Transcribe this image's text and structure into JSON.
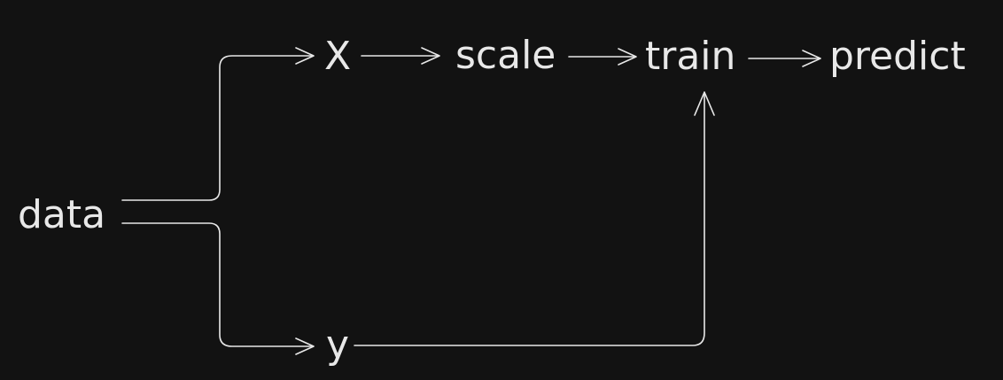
{
  "diagram": {
    "title": "",
    "nodes": {
      "data": "data",
      "x": "X",
      "y": "y",
      "scale": "scale",
      "train": "train",
      "predict": "predict"
    },
    "edges": [
      {
        "from": "data",
        "to": "x"
      },
      {
        "from": "data",
        "to": "y"
      },
      {
        "from": "x",
        "to": "scale"
      },
      {
        "from": "scale",
        "to": "train"
      },
      {
        "from": "train",
        "to": "predict"
      },
      {
        "from": "y",
        "to": "train"
      }
    ],
    "colors": {
      "background": "#121212",
      "stroke": "#e8e8e8",
      "text": "#e8e8e8"
    }
  }
}
